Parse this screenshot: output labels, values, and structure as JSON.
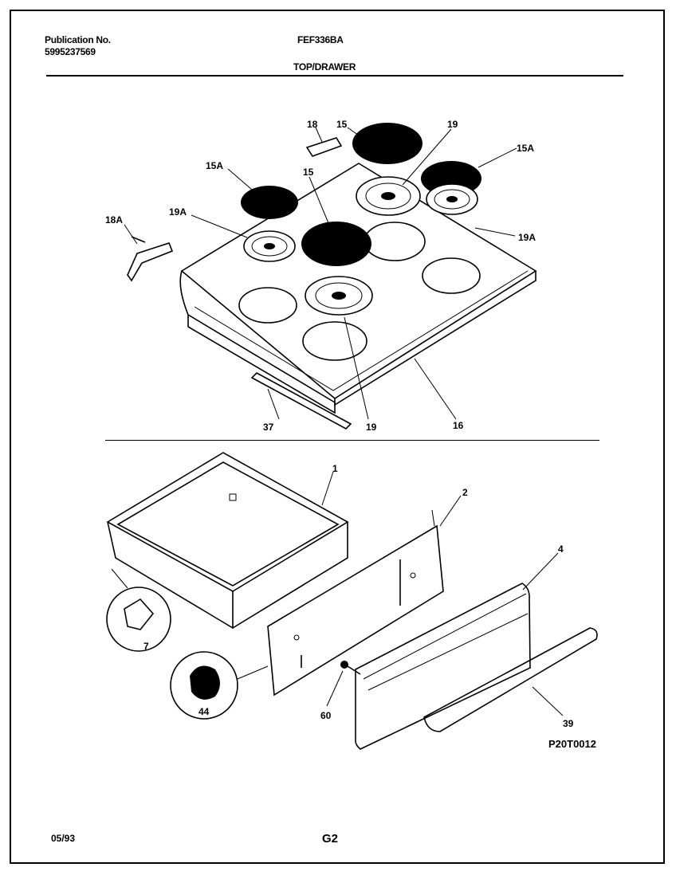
{
  "header": {
    "publication_label": "Publication No.",
    "publication_number": "5995237569",
    "model": "FEF336BA",
    "section_title": "TOP/DRAWER"
  },
  "footer": {
    "date": "05/93",
    "page": "G2"
  },
  "drawing_code": "P20T0012",
  "callouts": {
    "c18_top": "18",
    "c15_top": "15",
    "c19_top": "19",
    "c15A_right": "15A",
    "c15A_left": "15A",
    "c15_mid": "15",
    "c18A": "18A",
    "c19A_left": "19A",
    "c19A_right": "19A",
    "c37": "37",
    "c19_bottom": "19",
    "c16": "16",
    "c1": "1",
    "c2": "2",
    "c4": "4",
    "c7": "7",
    "c44": "44",
    "c60": "60",
    "c39": "39"
  }
}
